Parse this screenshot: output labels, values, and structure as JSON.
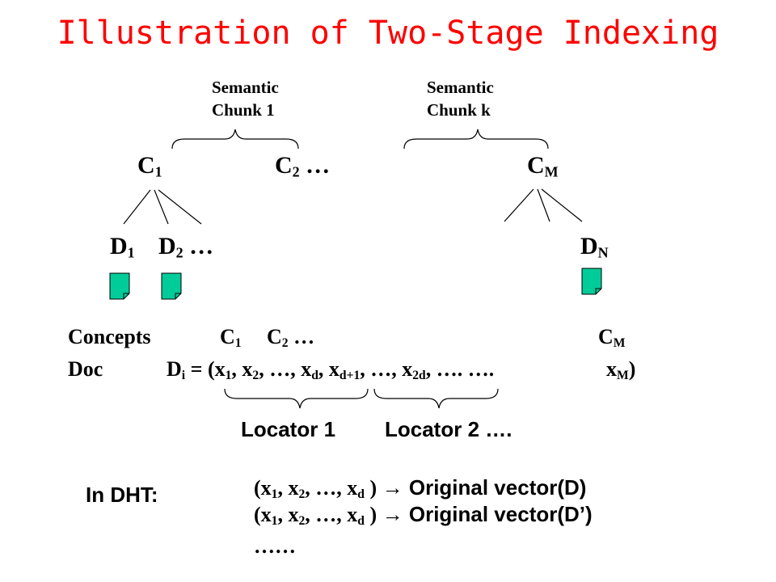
{
  "title": "Illustration of Two-Stage Indexing",
  "chunks": [
    {
      "line1": "Semantic",
      "line2": "Chunk 1"
    },
    {
      "line1": "Semantic",
      "line2": "Chunk k"
    }
  ],
  "concept_nodes": {
    "c1_base": "C",
    "c1_sub": "1",
    "c2_base": "C",
    "c2_sub": "2",
    "c2_tail": " …",
    "cm_base": "C",
    "cm_sub": "M"
  },
  "doc_nodes": {
    "d1_base": "D",
    "d1_sub": "1",
    "d2_base": "D",
    "d2_sub": "2",
    "d2_tail": " …",
    "dn_base": "D",
    "dn_sub": "N"
  },
  "doc_icon_color": "#00cc99",
  "concepts_row": {
    "label": "Concepts",
    "c1_base": "C",
    "c1_sub": "1",
    "c2_base": "C",
    "c2_sub": "2",
    "c2_tail": " …",
    "cm_base": "C",
    "cm_sub": "M"
  },
  "doc_row": {
    "label": "Doc",
    "di_base": "D",
    "di_sub": "i",
    "p1": " = (x",
    "s1": "1",
    "p2": ", x",
    "s2": "2",
    "p3": ", …, x",
    "s3": "d",
    "p4": ", x",
    "s4": "d+1",
    "p5": ", …, x",
    "s5": "2d",
    "p6": ", …. ….",
    "xm_base": "x",
    "xm_sub": "M",
    "close": ")"
  },
  "locators": {
    "first": "Locator 1",
    "second": "Locator 2  …."
  },
  "dht": {
    "label": "In DHT:",
    "entries": [
      {
        "a": "(x",
        "s1": "1",
        "b": ", x",
        "s2": "2",
        "c": ", …, x",
        "s3": "d",
        "d": " ) ",
        "arrow": "→",
        "target": " Original vector(D)"
      },
      {
        "a": "(x",
        "s1": "1",
        "b": ", x",
        "s2": "2",
        "c": ", …, x",
        "s3": "d",
        "d": " ) ",
        "arrow": "→",
        "target": " Original vector(D’)"
      }
    ],
    "more": "……"
  }
}
